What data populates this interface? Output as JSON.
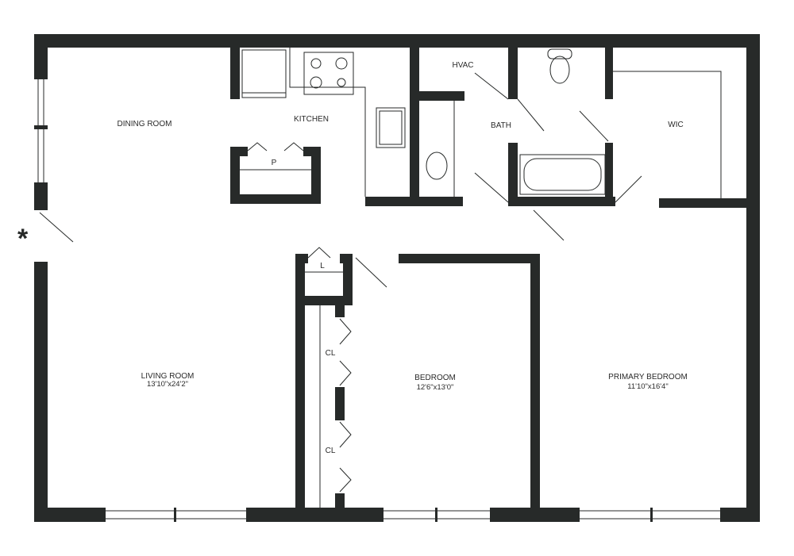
{
  "wall_color": "#272a29",
  "entry_marker": "*",
  "rooms": {
    "dining": {
      "name": "DINING ROOM"
    },
    "kitchen": {
      "name": "KITCHEN"
    },
    "hvac": {
      "name": "HVAC"
    },
    "bath": {
      "name": "BATH"
    },
    "wic": {
      "name": "WIC"
    },
    "pantry": {
      "name": "P"
    },
    "linen": {
      "name": "L"
    },
    "closet1": {
      "name": "CL"
    },
    "closet2": {
      "name": "CL"
    },
    "living": {
      "name": "LIVING ROOM",
      "dimensions": "13'10\"x24'2\""
    },
    "bedroom": {
      "name": "BEDROOM",
      "dimensions": "12'6\"x13'0\""
    },
    "primary": {
      "name": "PRIMARY BEDROOM",
      "dimensions": "11'10\"x16'4\""
    }
  }
}
